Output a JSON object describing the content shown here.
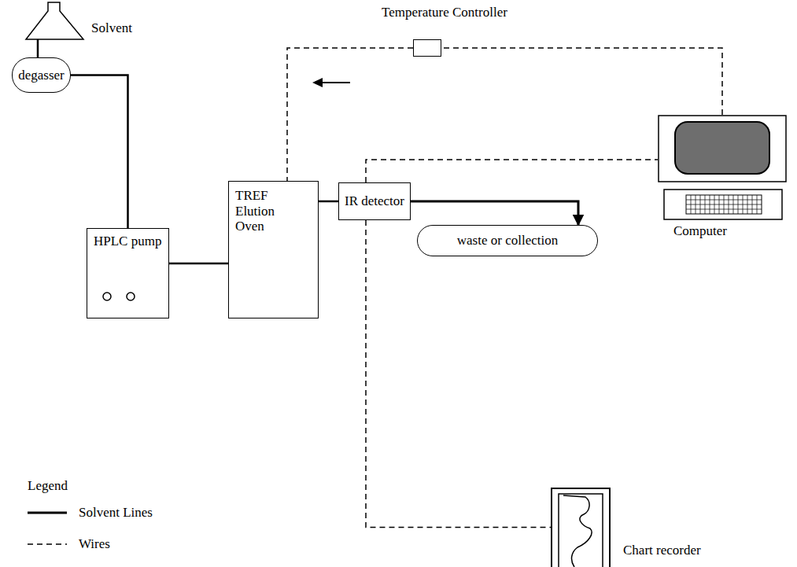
{
  "diagram": {
    "nodes": [
      {
        "text": [
          "Solvent"
        ]
      },
      {
        "text": [
          "degasser"
        ]
      },
      {
        "text": [
          "Temperature Controller"
        ]
      },
      {
        "text": [
          "TREF Elution Oven"
        ]
      },
      {
        "text": [
          "IR detector"
        ]
      },
      {
        "text": [
          "Computer"
        ]
      },
      {
        "text": [
          "waste or collection"
        ]
      },
      {
        "text": [
          "HPLC pump"
        ]
      },
      {
        "text": [
          "Chart recorder"
        ]
      }
    ],
    "edges": [
      {
        "from": 0,
        "to": 1,
        "arrow": "none"
      },
      {
        "from": 1,
        "to": 7,
        "arrow": "none"
      },
      {
        "from": 7,
        "to": 3,
        "arrow": "none"
      },
      {
        "from": 3,
        "to": 4,
        "arrow": "none"
      },
      {
        "from": 4,
        "to": 6,
        "arrow": "to"
      },
      {
        "from": 5,
        "to": 2,
        "arrow": "none"
      },
      {
        "from": 2,
        "to": 3,
        "arrow": "none"
      },
      {
        "from": 4,
        "to": 5,
        "arrow": "none"
      },
      {
        "from": 4,
        "to": 8,
        "arrow": "none"
      }
    ],
    "labels": [
      "Legend"
    ],
    "legend": [
      {
        "text": "Solvent Lines"
      },
      {
        "text": "Wires"
      }
    ]
  }
}
